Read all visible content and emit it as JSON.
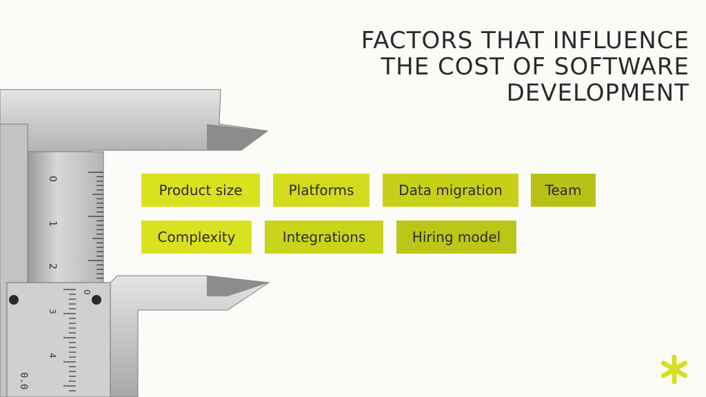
{
  "title": {
    "line1": "FACTORS THAT INFLUENCE",
    "line2": "THE COST OF SOFTWARE",
    "line3": "DEVELOPMENT"
  },
  "factors": [
    {
      "label": "Product size",
      "color": "#d9e21f"
    },
    {
      "label": "Platforms",
      "color": "#d2dc1c"
    },
    {
      "label": "Data migration",
      "color": "#c6d019"
    },
    {
      "label": "Team",
      "color": "#b8c216"
    },
    {
      "label": "Complexity",
      "color": "#d9e21f"
    },
    {
      "label": "Integrations",
      "color": "#cad41b"
    },
    {
      "label": "Hiring model",
      "color": "#bcc617"
    }
  ],
  "caliper": {
    "main_scale": [
      "0",
      "1",
      "2"
    ],
    "vernier_scale": [
      "0",
      "3",
      "4"
    ],
    "reading": "0.0"
  },
  "logo": {
    "icon": "asterisk-icon",
    "color": "#d4e021"
  }
}
